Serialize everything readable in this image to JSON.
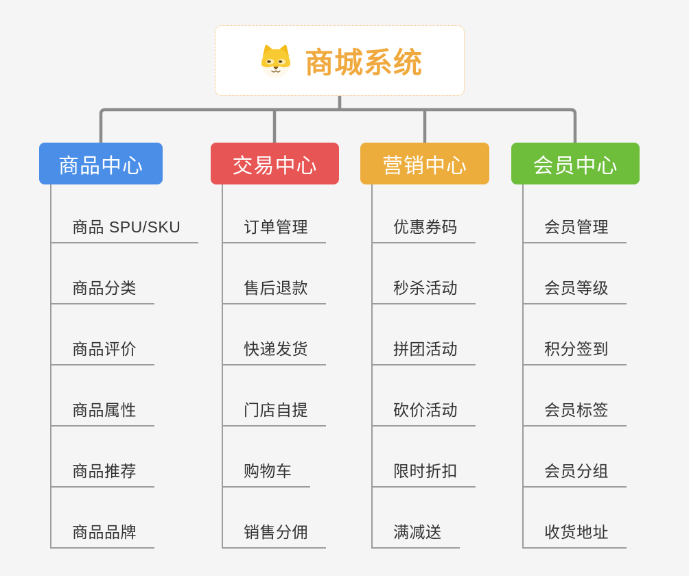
{
  "canvas": {
    "background": "#F5F5F5",
    "connector_color": "#8B8B8B",
    "underline_color": "#9C9C9C"
  },
  "root": {
    "title": "商城系统",
    "title_color": "#F0A93E",
    "icon": "shiba-dog-icon",
    "border_color": "#F2B765"
  },
  "branches": [
    {
      "label": "商品中心",
      "color": "#4A8EE8",
      "items": [
        "商品 SPU/SKU",
        "商品分类",
        "商品评价",
        "商品属性",
        "商品推荐",
        "商品品牌"
      ]
    },
    {
      "label": "交易中心",
      "color": "#E75654",
      "items": [
        "订单管理",
        "售后退款",
        "快递发货",
        "门店自提",
        "购物车",
        "销售分佣"
      ]
    },
    {
      "label": "营销中心",
      "color": "#EDAD3D",
      "items": [
        "优惠券码",
        "秒杀活动",
        "拼团活动",
        "砍价活动",
        "限时折扣",
        "满减送"
      ]
    },
    {
      "label": "会员中心",
      "color": "#6EBE3C",
      "items": [
        "会员管理",
        "会员等级",
        "积分签到",
        "会员标签",
        "会员分组",
        "收货地址"
      ]
    }
  ]
}
